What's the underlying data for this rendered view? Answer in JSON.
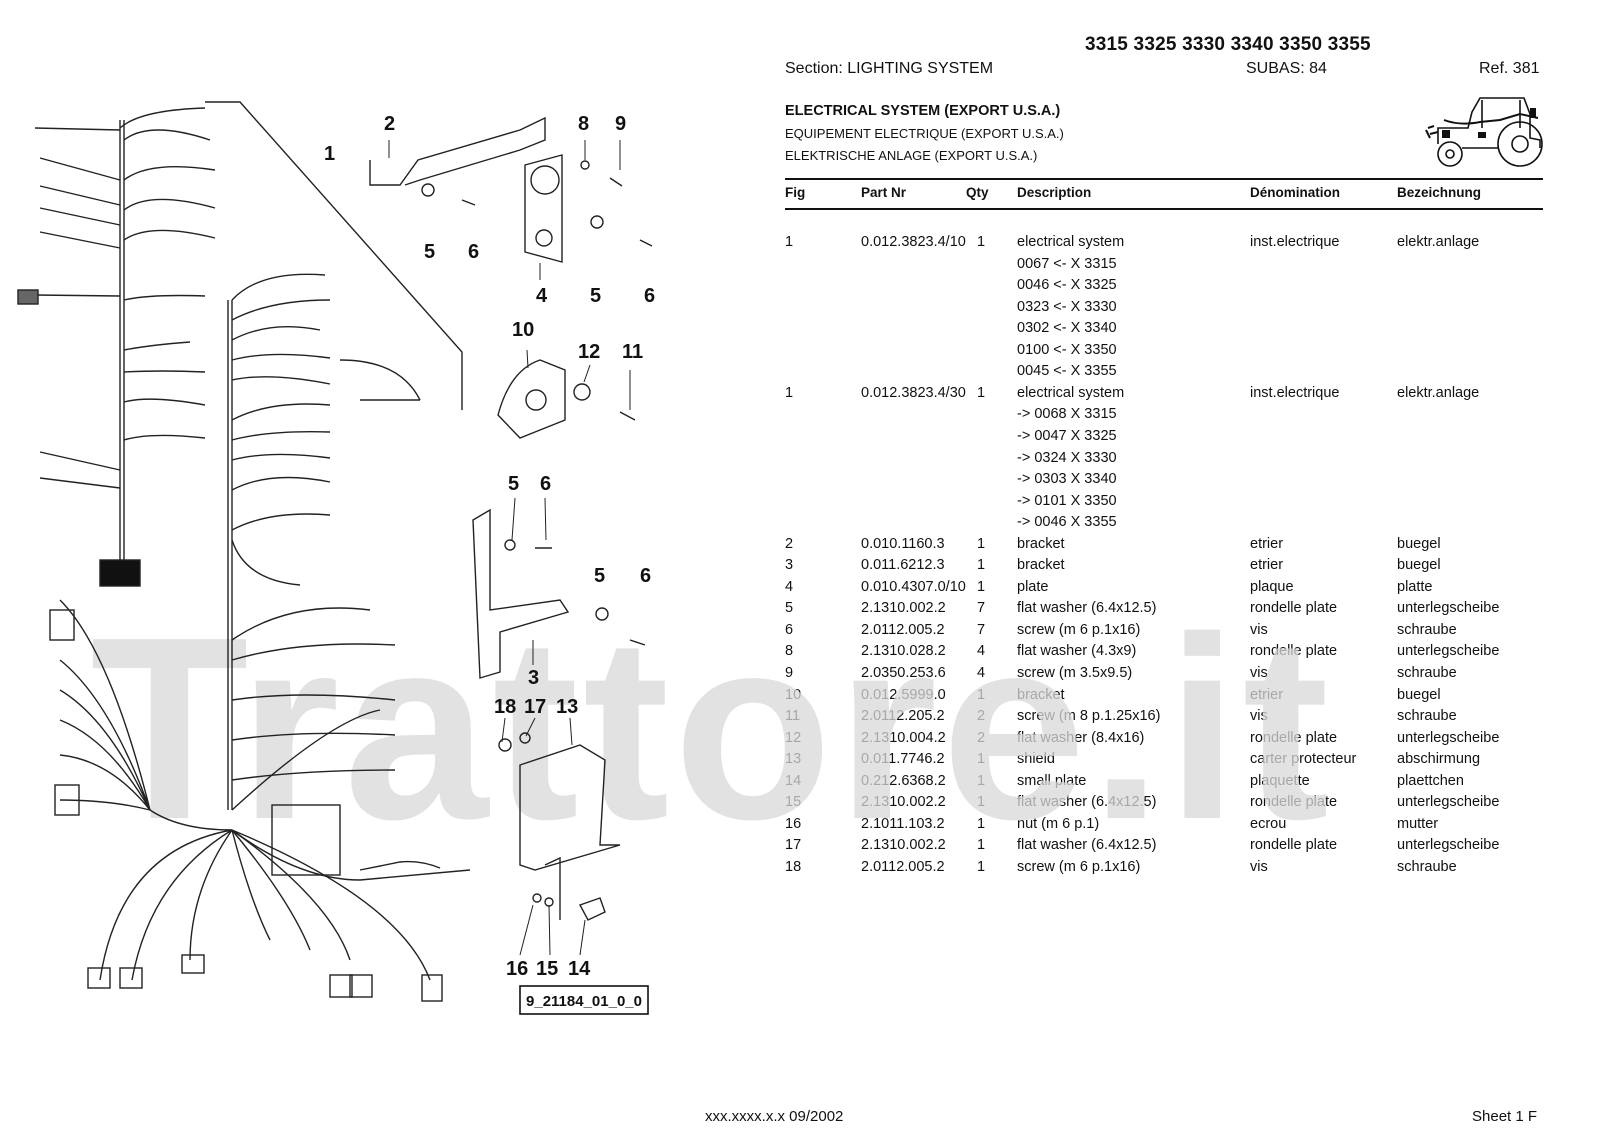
{
  "header": {
    "models": "3315 3325 3330 3340 3350 3355",
    "section": "Section: LIGHTING  SYSTEM",
    "subas": "SUBAS: 84",
    "ref": "Ref. 381"
  },
  "title": {
    "en": "ELECTRICAL SYSTEM (EXPORT U.S.A.)",
    "fr": "EQUIPEMENT ELECTRIQUE (EXPORT U.S.A.)",
    "de": "ELEKTRISCHE ANLAGE (EXPORT U.S.A.)"
  },
  "columns": {
    "fig": "Fig",
    "part": "Part Nr",
    "qty": "Qty",
    "desc": "Description",
    "den": "Dénomination",
    "bez": "Bezeichnung"
  },
  "rows": [
    {
      "fig": "1",
      "part": "0.012.3823.4/10",
      "qty": "1",
      "desc": "electrical system",
      "den": "inst.electrique",
      "bez": "elektr.anlage"
    },
    {
      "fig": "",
      "part": "",
      "qty": "",
      "desc": "0067 <- X 3315",
      "den": "",
      "bez": ""
    },
    {
      "fig": "",
      "part": "",
      "qty": "",
      "desc": "0046 <- X 3325",
      "den": "",
      "bez": ""
    },
    {
      "fig": "",
      "part": "",
      "qty": "",
      "desc": "0323 <- X 3330",
      "den": "",
      "bez": ""
    },
    {
      "fig": "",
      "part": "",
      "qty": "",
      "desc": "0302 <- X 3340",
      "den": "",
      "bez": ""
    },
    {
      "fig": "",
      "part": "",
      "qty": "",
      "desc": "0100 <- X 3350",
      "den": "",
      "bez": ""
    },
    {
      "fig": "",
      "part": "",
      "qty": "",
      "desc": "0045 <- X 3355",
      "den": "",
      "bez": ""
    },
    {
      "fig": "1",
      "part": "0.012.3823.4/30",
      "qty": "1",
      "desc": "electrical system",
      "den": "inst.electrique",
      "bez": "elektr.anlage"
    },
    {
      "fig": "",
      "part": "",
      "qty": "",
      "desc": "-> 0068 X  3315",
      "den": "",
      "bez": ""
    },
    {
      "fig": "",
      "part": "",
      "qty": "",
      "desc": "-> 0047 X  3325",
      "den": "",
      "bez": ""
    },
    {
      "fig": "",
      "part": "",
      "qty": "",
      "desc": "-> 0324 X  3330",
      "den": "",
      "bez": ""
    },
    {
      "fig": "",
      "part": "",
      "qty": "",
      "desc": "-> 0303 X  3340",
      "den": "",
      "bez": ""
    },
    {
      "fig": "",
      "part": "",
      "qty": "",
      "desc": "-> 0101 X  3350",
      "den": "",
      "bez": ""
    },
    {
      "fig": "",
      "part": "",
      "qty": "",
      "desc": "-> 0046 X  3355",
      "den": "",
      "bez": ""
    },
    {
      "fig": "2",
      "part": "0.010.1160.3",
      "qty": "1",
      "desc": "bracket",
      "den": "etrier",
      "bez": "buegel"
    },
    {
      "fig": "3",
      "part": "0.011.6212.3",
      "qty": "1",
      "desc": "bracket",
      "den": "etrier",
      "bez": "buegel"
    },
    {
      "fig": "4",
      "part": "0.010.4307.0/10",
      "qty": "1",
      "desc": "plate",
      "den": "plaque",
      "bez": "platte"
    },
    {
      "fig": "5",
      "part": "2.1310.002.2",
      "qty": "7",
      "desc": "flat washer (6.4x12.5)",
      "den": "rondelle plate",
      "bez": "unterlegscheibe"
    },
    {
      "fig": "6",
      "part": "2.0112.005.2",
      "qty": "7",
      "desc": "screw (m 6 p.1x16)",
      "den": "vis",
      "bez": "schraube"
    },
    {
      "fig": "8",
      "part": "2.1310.028.2",
      "qty": "4",
      "desc": "flat washer (4.3x9)",
      "den": "rondelle plate",
      "bez": "unterlegscheibe"
    },
    {
      "fig": "9",
      "part": "2.0350.253.6",
      "qty": "4",
      "desc": "screw (m 3.5x9.5)",
      "den": "vis",
      "bez": "schraube"
    },
    {
      "fig": "10",
      "part": "0.012.5999.0",
      "qty": "1",
      "desc": "bracket",
      "den": "etrier",
      "bez": "buegel"
    },
    {
      "fig": "11",
      "part": "2.0112.205.2",
      "qty": "2",
      "desc": "screw (m 8 p.1.25x16)",
      "den": "vis",
      "bez": "schraube"
    },
    {
      "fig": "12",
      "part": "2.1310.004.2",
      "qty": "2",
      "desc": "flat washer (8.4x16)",
      "den": "rondelle plate",
      "bez": "unterlegscheibe"
    },
    {
      "fig": "13",
      "part": "0.011.7746.2",
      "qty": "1",
      "desc": "shield",
      "den": "carter protecteur",
      "bez": "abschirmung"
    },
    {
      "fig": "14",
      "part": "0.212.6368.2",
      "qty": "1",
      "desc": "small plate",
      "den": "plaquette",
      "bez": "plaettchen"
    },
    {
      "fig": "15",
      "part": "2.1310.002.2",
      "qty": "1",
      "desc": "flat washer (6.4x12.5)",
      "den": "rondelle plate",
      "bez": "unterlegscheibe"
    },
    {
      "fig": "16",
      "part": "2.1011.103.2",
      "qty": "1",
      "desc": "nut (m 6 p.1)",
      "den": "ecrou",
      "bez": "mutter"
    },
    {
      "fig": "17",
      "part": "2.1310.002.2",
      "qty": "1",
      "desc": "flat washer (6.4x12.5)",
      "den": "rondelle plate",
      "bez": "unterlegscheibe"
    },
    {
      "fig": "18",
      "part": "2.0112.005.2",
      "qty": "1",
      "desc": "screw (m 6 p.1x16)",
      "den": "vis",
      "bez": "schraube"
    }
  ],
  "diagram": {
    "callouts": [
      "1",
      "2",
      "8",
      "9",
      "5",
      "6",
      "4",
      "5",
      "6",
      "10",
      "12",
      "11",
      "5",
      "6",
      "5",
      "6",
      "3",
      "18",
      "17",
      "13",
      "16",
      "15",
      "14"
    ],
    "drawing_code": "9_21184_01_0_0",
    "watermark": "Trattore.it"
  },
  "footer": {
    "code": "xxx.xxxx.x.x  09/2002",
    "sheet": "Sheet 1 F"
  }
}
